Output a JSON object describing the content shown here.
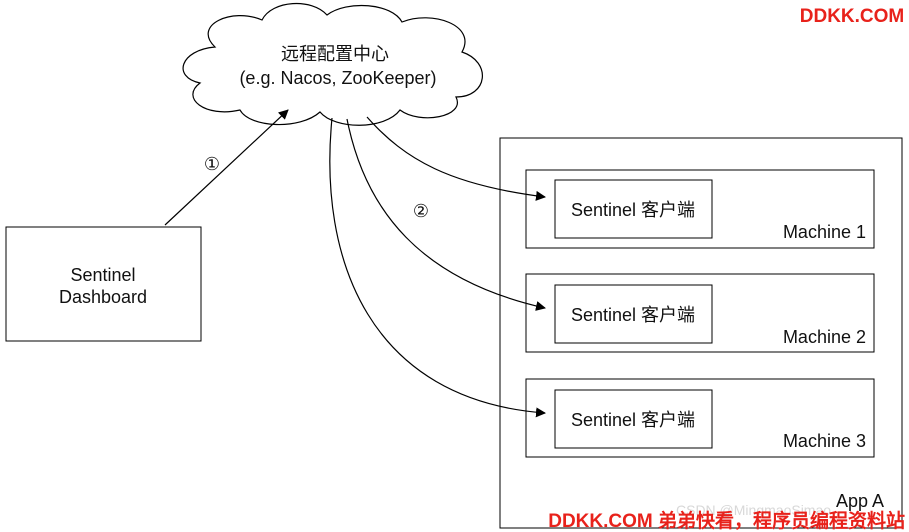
{
  "watermark": {
    "top": "DDKK.COM",
    "bottom": "DDKK.COM 弟弟快看，程序员编程资料站",
    "faint": "CSDN @MingmaoSimao"
  },
  "cloud": {
    "line1": "远程配置中心",
    "line2": "(e.g. Nacos, ZooKeeper)"
  },
  "dashboard": {
    "line1": "Sentinel",
    "line2": "Dashboard"
  },
  "steps": {
    "one": "①",
    "two": "②"
  },
  "app": {
    "label": "App A"
  },
  "machines": [
    {
      "client": "Sentinel 客户端",
      "name": "Machine 1"
    },
    {
      "client": "Sentinel 客户端",
      "name": "Machine 2"
    },
    {
      "client": "Sentinel 客户端",
      "name": "Machine 3"
    }
  ],
  "colors": {
    "stroke": "#000000",
    "watermark": "#e8221b"
  }
}
